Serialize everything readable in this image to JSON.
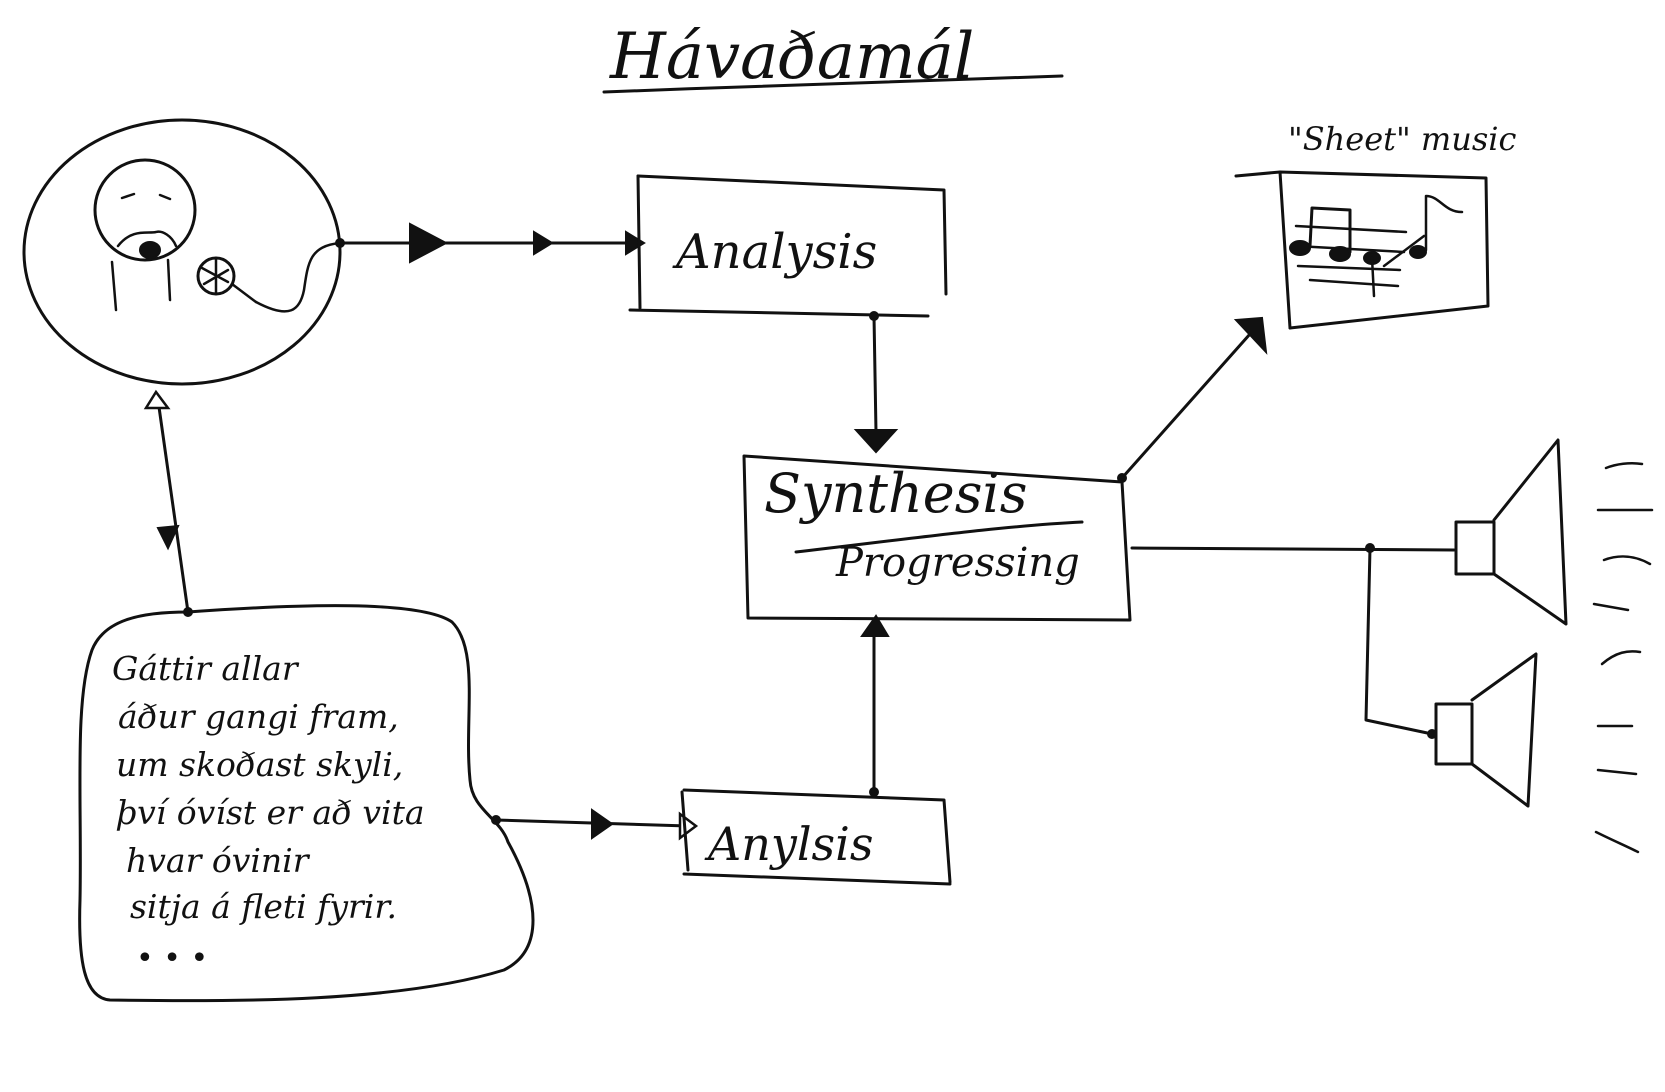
{
  "title": "Hávaðamál",
  "nodes": {
    "analysis_top": "Analysis",
    "synthesis": "Synthesis",
    "progressing": "Progressing",
    "analysis_bottom": "Anylsis",
    "sheet_music_label": "\"Sheet\" music"
  },
  "poem": [
    "Gáttir allar",
    "áður gangi fram,",
    "um skoðast skyli,",
    "því óvíst er að vita",
    "hvar óvinir",
    "sitja á fleti fyrir.",
    "• • •"
  ],
  "icons": {
    "singer": "singer-with-microphone-icon",
    "sheet": "sheet-music-icon",
    "speaker": "loudspeaker-icon"
  }
}
